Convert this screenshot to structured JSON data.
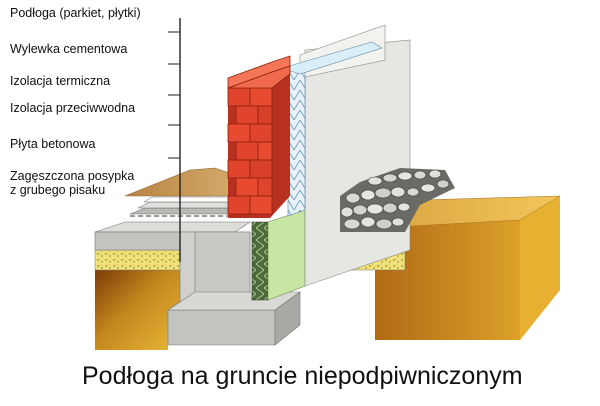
{
  "layers": [
    "Podłoga (parkiet, płytki)",
    "Wylewka cementowa",
    "Izolacja termiczna",
    "Izolacja przeciwwodna",
    "Płyta betonowa",
    "Zagęszczona posypka",
    "z grubego pisaku"
  ],
  "caption": "Podłoga na gruncie niepodpiwniczonym",
  "colors": {
    "brick": "#e0442c",
    "soil": "#c98a1c",
    "concrete": "#c8c8c4",
    "insulation_green": "#c8e6a4",
    "sand": "#efe27a",
    "wood_floor": "#c9a262"
  }
}
